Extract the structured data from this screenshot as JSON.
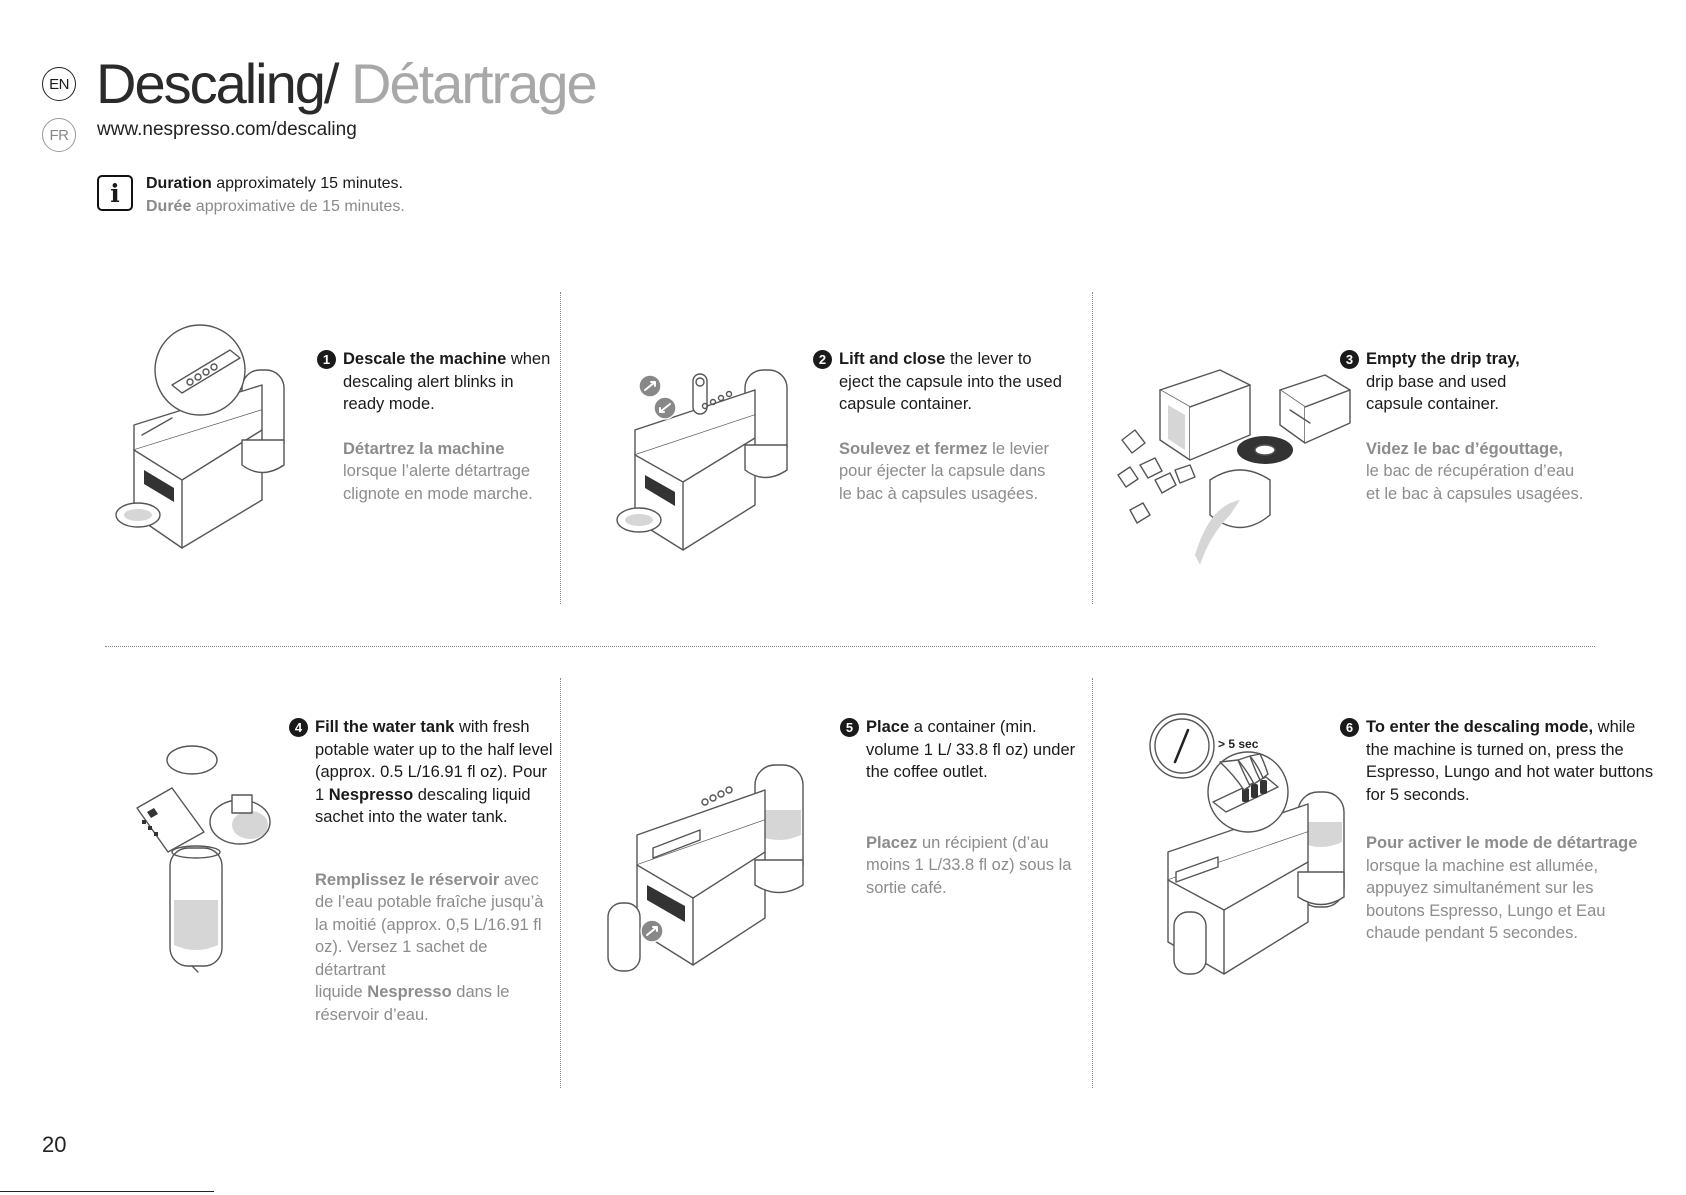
{
  "header": {
    "lang_en": "EN",
    "lang_fr": "FR",
    "title_en": "Descaling/",
    "title_fr": " Détartrage",
    "url": "www.nespresso.com/descaling"
  },
  "duration": {
    "en_bold": "Duration",
    "en_rest": " approximately 15 minutes.",
    "fr_bold": "Durée",
    "fr_rest": " approximative de 15 minutes."
  },
  "steps": [
    {
      "number": "1",
      "en_lines": [
        [
          "Descale the machine",
          " when"
        ],
        [
          "",
          "descaling alert blinks in"
        ],
        [
          "",
          "ready mode."
        ]
      ],
      "fr_lines": [
        [
          "Détartrez la machine",
          ""
        ],
        [
          "",
          "lorsque l’alerte détartrage"
        ],
        [
          "",
          "clignote en mode marche."
        ]
      ]
    },
    {
      "number": "2",
      "en_lines": [
        [
          "Lift and close",
          " the lever to"
        ],
        [
          "",
          "eject the capsule into the used"
        ],
        [
          "",
          "capsule container."
        ]
      ],
      "fr_lines": [
        [
          "Soulevez et fermez",
          " le levier"
        ],
        [
          "",
          "pour éjecter la capsule dans"
        ],
        [
          "",
          "le bac à capsules usagées."
        ]
      ]
    },
    {
      "number": "3",
      "en_lines": [
        [
          "Empty the drip tray,",
          ""
        ],
        [
          "",
          "drip base and used"
        ],
        [
          "",
          "capsule container."
        ]
      ],
      "fr_lines": [
        [
          "Videz le bac d’égouttage,",
          ""
        ],
        [
          "",
          "le bac de récupération d’eau"
        ],
        [
          "",
          "et le bac à capsules usagées."
        ]
      ]
    },
    {
      "number": "4",
      "en_lines": [
        [
          "Fill the water tank",
          " with fresh"
        ],
        [
          "",
          "potable water up to the half level"
        ],
        [
          "",
          "(approx. 0.5 L/16.91 fl oz). Pour"
        ],
        [
          "",
          "1 "
        ],
        [
          "",
          "sachet into the water tank."
        ]
      ],
      "en_line4_bold": "Nespresso",
      "en_line4_rest": " descaling liquid",
      "fr_lines": [
        [
          "Remplissez le réservoir",
          " avec"
        ],
        [
          "",
          "de l’eau potable fraîche jusqu’à"
        ],
        [
          "",
          "la moitié (approx. 0,5 L/16.91 fl"
        ],
        [
          "",
          "oz). Versez 1 sachet de détartrant"
        ],
        [
          "",
          "liquide "
        ],
        [
          "",
          "réservoir d’eau."
        ]
      ],
      "fr_line5_bold": "Nespresso",
      "fr_line5_rest": " dans le"
    },
    {
      "number": "5",
      "en_lines": [
        [
          "Place",
          " a container (min."
        ],
        [
          "",
          "volume 1 L/ 33.8 fl oz) under"
        ],
        [
          "",
          "the coffee outlet."
        ]
      ],
      "fr_lines": [
        [
          "Placez",
          " un récipient (d’au"
        ],
        [
          "",
          "moins 1 L/33.8 fl oz) sous la"
        ],
        [
          "",
          "sortie café."
        ]
      ]
    },
    {
      "number": "6",
      "en_lines": [
        [
          "To enter the descaling mode,",
          " while"
        ],
        [
          "",
          "the machine is turned on, press the"
        ],
        [
          "",
          "Espresso, Lungo and hot water buttons"
        ],
        [
          "",
          "for 5 seconds."
        ]
      ],
      "fr_lines": [
        [
          "Pour activer le mode de détartrage",
          ""
        ],
        [
          "",
          "lorsque la machine est allumée,"
        ],
        [
          "",
          "appuyez simultanément sur les"
        ],
        [
          "",
          "boutons Espresso, Lungo et Eau"
        ],
        [
          "",
          "chaude pendant 5 secondes."
        ]
      ]
    }
  ],
  "timer_label": "> 5 sec",
  "page_number": "20"
}
